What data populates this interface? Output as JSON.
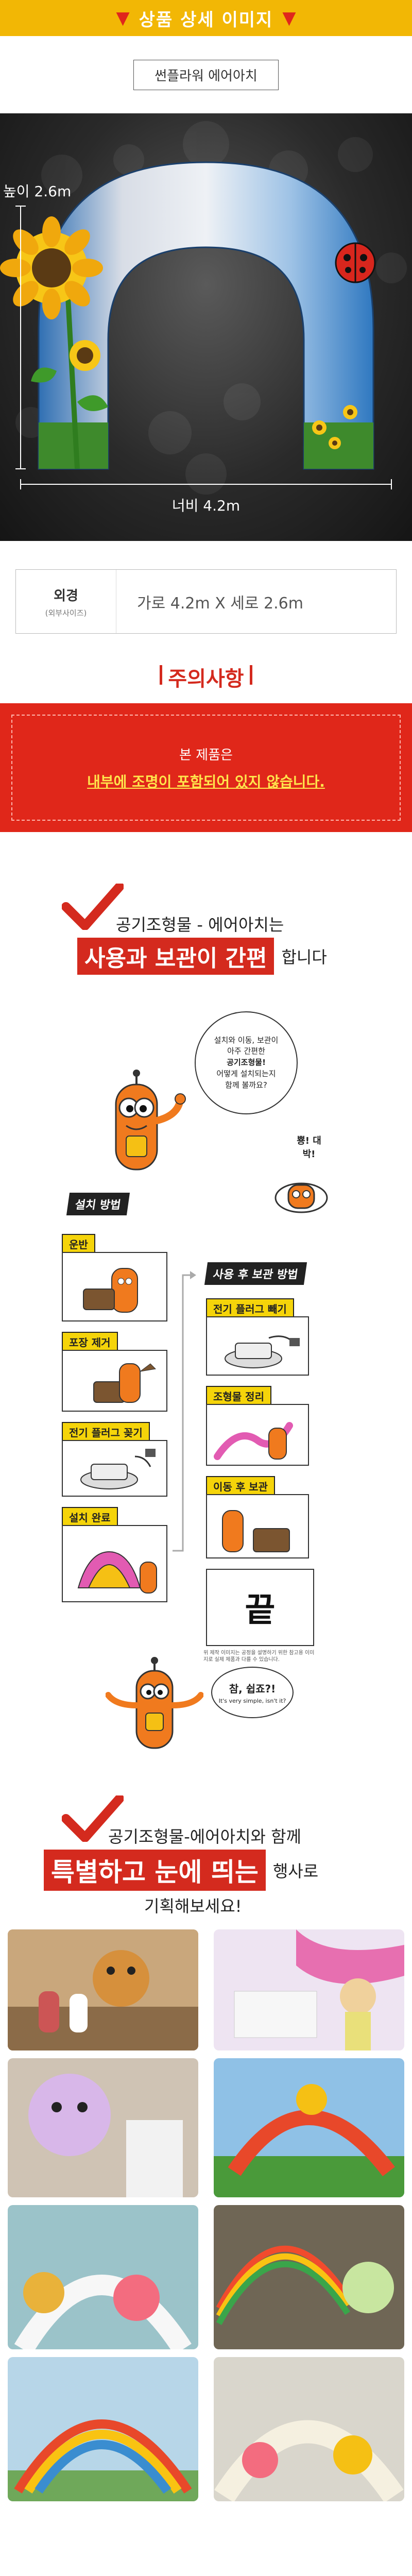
{
  "header": {
    "title": "상품 상세 이미지"
  },
  "product": {
    "name": "썬플라워 에어아치"
  },
  "hero": {
    "height_label": "높이 2.6m",
    "width_label": "너비 4.2m"
  },
  "spec": {
    "label": "외경",
    "sublabel": "(외부사이즈)",
    "value": "가로 4.2m X 세로 2.6m"
  },
  "caution": {
    "title": "주의사항",
    "line1": "본 제품은",
    "line2": "내부에 조명이 포함되어 있지 않습니다."
  },
  "easy": {
    "line1": "공기조형물 - 에어아치는",
    "highlight": "사용과 보관이 간편",
    "tail": "합니다",
    "bubble_lines": [
      "설치와 이동, 보관이",
      "아주 간편한",
      "공기조형물!",
      "어떻게 설치되는지",
      "함께 볼까요?"
    ],
    "install_header": "설치 방법",
    "install_steps": [
      "운반",
      "포장 제거",
      "전기 플러그 꽂기",
      "설치 완료"
    ],
    "store_header": "사용 후 보관 방법",
    "store_steps": [
      "전기 플러그 빼기",
      "조형물 정리",
      "이동 후 보관"
    ],
    "end_text": "끝",
    "pop_text": "뿅! 대박!",
    "end_note": "위 제작 이미지는 공정을 설명하기 위한 참고용 이미지로 실제 제품과 다를 수 있습니다.",
    "bottom_bubble": [
      "참, 쉽죠?!",
      "It's very simple, isn't it?"
    ]
  },
  "event": {
    "line1": "공기조형물-에어아치와 함께",
    "highlight": "특별하고 눈에 띄는",
    "tail": "행사로",
    "line3": "기획해보세요!"
  },
  "colors": {
    "accent_red": "#d42a1e",
    "banner_yellow": "#f2b705",
    "label_yellow": "#f5d40a"
  }
}
